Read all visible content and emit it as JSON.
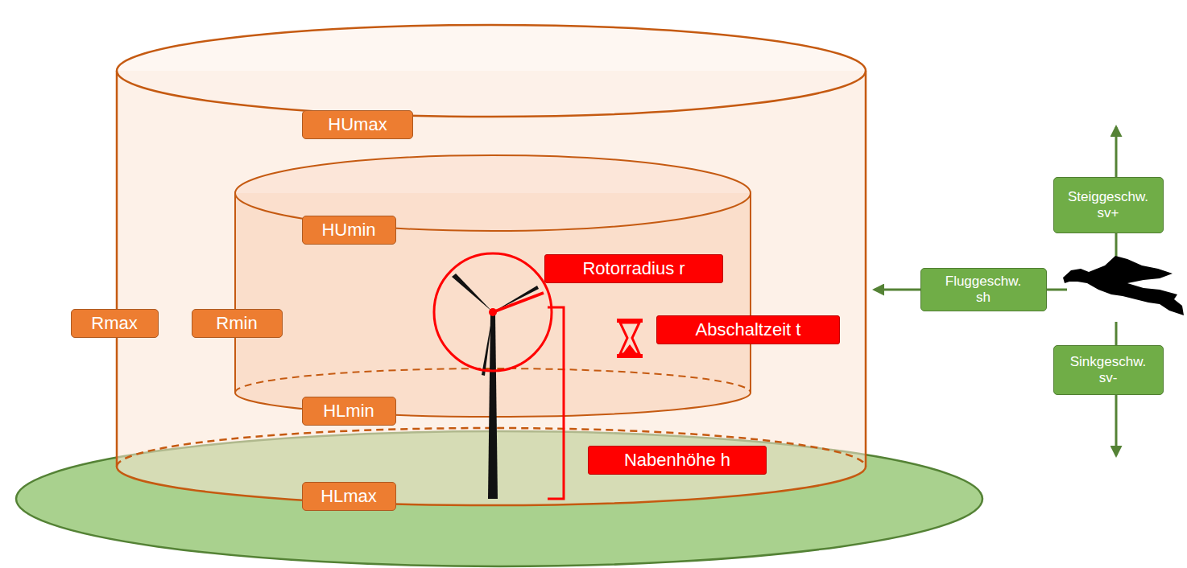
{
  "diagram": {
    "nodes": [
      {
        "text": [
          "HUmax"
        ]
      },
      {
        "text": [
          "HUmin"
        ]
      },
      {
        "text": [
          "Rotorradius r"
        ]
      },
      {
        "text": [
          "Rmax"
        ]
      },
      {
        "text": [
          "Rmin"
        ]
      },
      {
        "text": [
          "Abschaltzeit t"
        ]
      },
      {
        "text": [
          "Steiggeschw. sv+"
        ]
      },
      {
        "text": [
          "Fluggeschw. sh"
        ]
      },
      {
        "text": [
          "Sinkgeschw. sv-"
        ]
      },
      {
        "text": [
          "HLmin"
        ]
      },
      {
        "text": [
          "Nabenhöhe h"
        ]
      },
      {
        "text": [
          "HLmax"
        ]
      }
    ]
  }
}
